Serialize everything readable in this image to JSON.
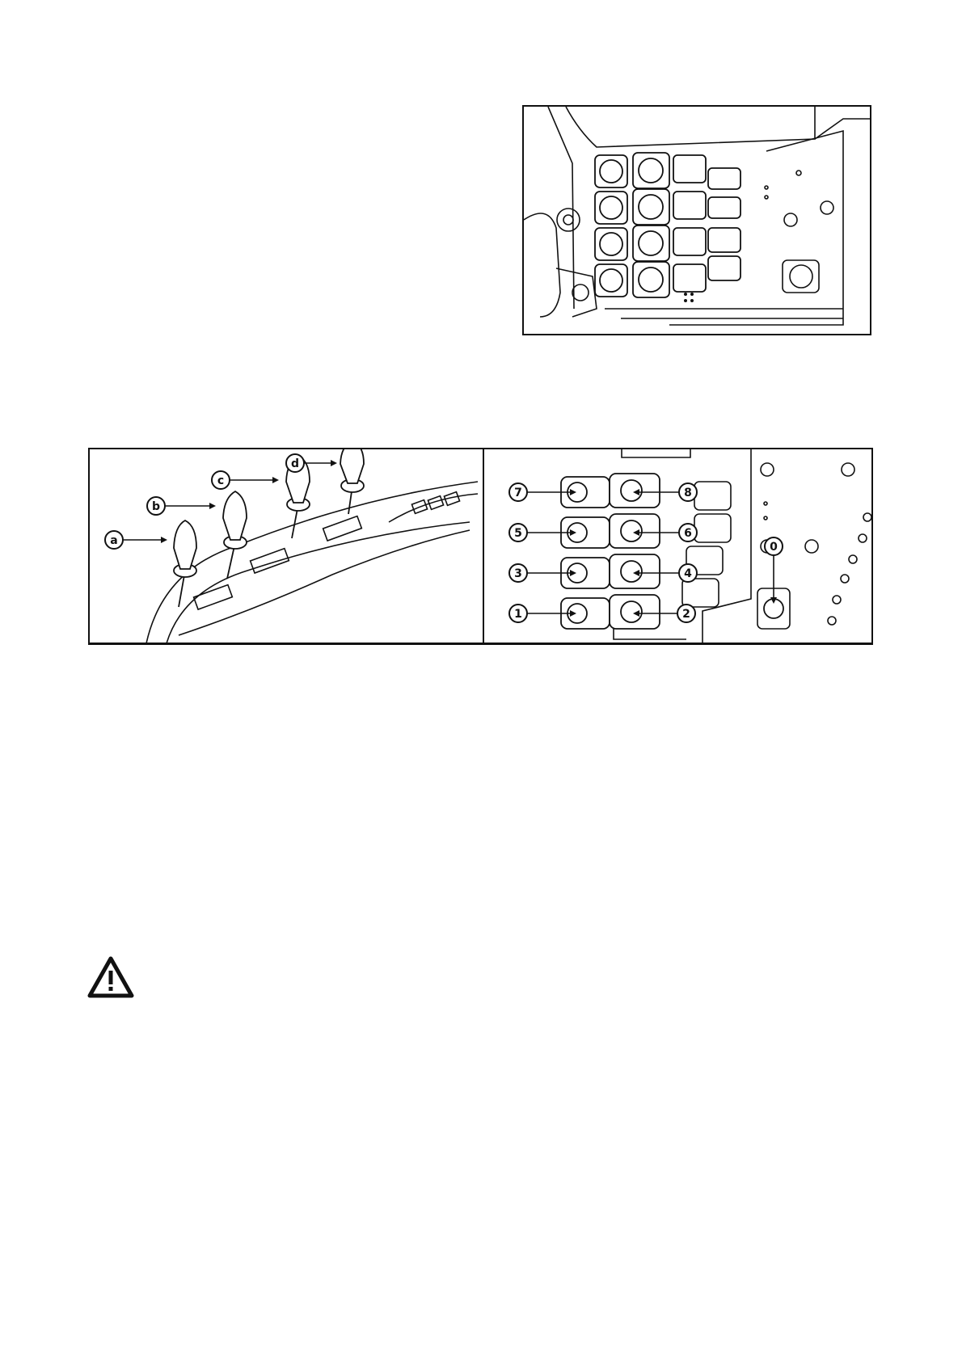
{
  "figure_top": {
    "icon": "hydraulic-valve-block-illustration"
  },
  "figure_bottom": {
    "left_panel": {
      "icon": "control-levers-illustration",
      "callouts": [
        "a",
        "b",
        "c",
        "d"
      ]
    },
    "right_panel": {
      "icon": "hydraulic-couplers-illustration",
      "callouts": [
        "7",
        "8",
        "5",
        "6",
        "3",
        "4",
        "1",
        "2",
        "0"
      ]
    }
  },
  "warning": {
    "icon": "warning-triangle-icon"
  }
}
